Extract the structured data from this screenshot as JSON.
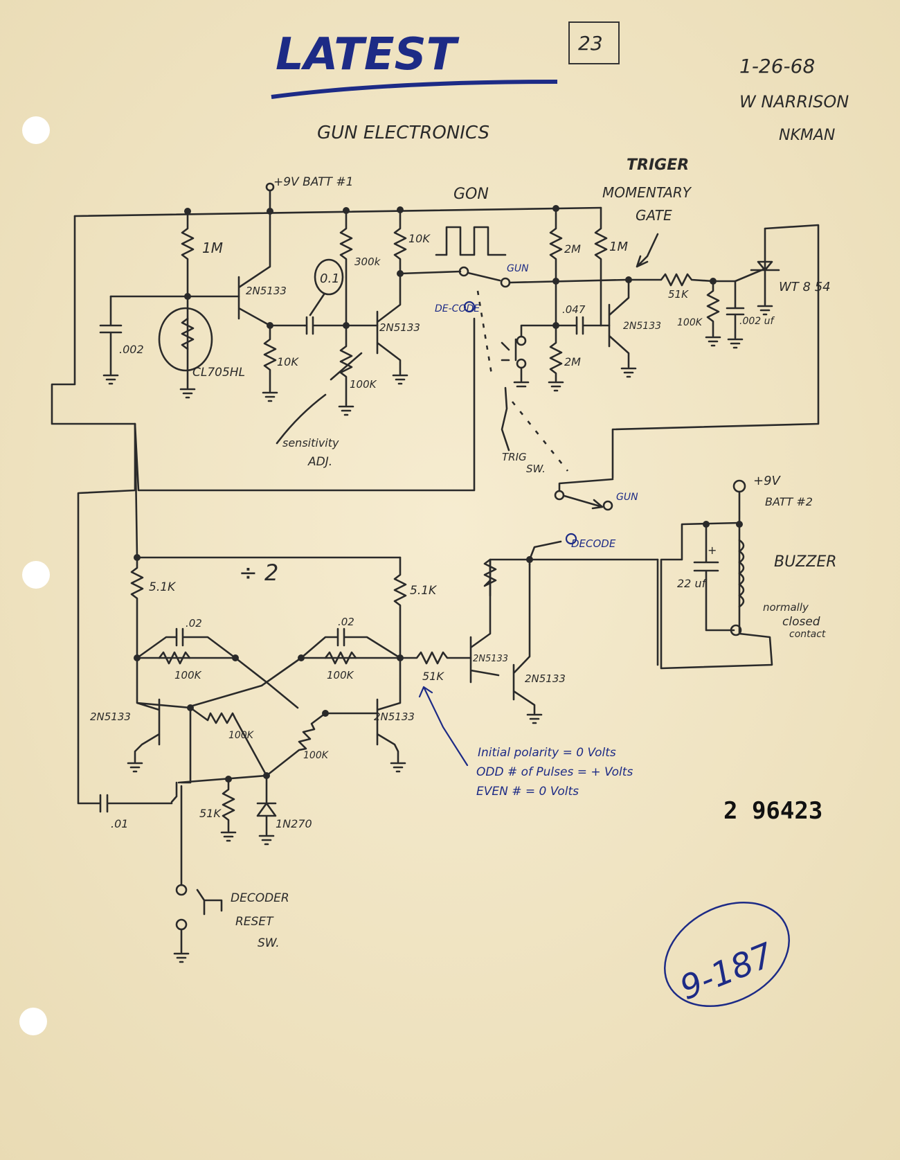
{
  "header": {
    "title": "LATEST",
    "page_box": "23",
    "date": "1-26-68",
    "author": "W NARRISON",
    "initials": "NKMAN",
    "subtitle": "GUN ELECTRONICS"
  },
  "labels": {
    "batt1": "+9V BATT #1",
    "gon": "GON",
    "trigger1": "TRIGER",
    "trigger2": "MOMENTARY",
    "trigger3": "GATE",
    "r1m_a": "1M",
    "t1": "2N5133",
    "cap01": "0.1",
    "r300k": "300k",
    "r10k_a": "10K",
    "t2": "2N5133",
    "gun_switch": "GUN",
    "decode_switch": "DE-CODE",
    "r2m_a": "2M",
    "r1m_b": "1M",
    "c047": ".047",
    "r51k_a": "51K",
    "r100k_a": "100K",
    "c002b": ".002 uf",
    "wt854": "WT 8 54",
    "t3": "2N5133",
    "r2m_b": "2M",
    "c002": ".002",
    "cl705": "CL705HL",
    "r10k_b": "10K",
    "r100k_pot": "100K",
    "sens1": "sensitivity",
    "sens2": "ADJ.",
    "trig1": "TRIG",
    "trig2": "SW.",
    "gun2": "GUN",
    "batt2": "+9V BATT #2",
    "decode2": "DECODE",
    "buzzer": "BUZZER",
    "c22": "22 uf",
    "nc1": "normally",
    "nc2": "closed",
    "nc3": "contact",
    "div2": "÷ 2",
    "r51k_l": "5.1K",
    "r51k_r": "5.1K",
    "c02_l": ".02",
    "c02_r": ".02",
    "r100k_l": "100K",
    "r100k_r": "100K",
    "t_ffl": "2N5133",
    "t_ffr": "2N5133",
    "r51k_mid": "51K",
    "t_dl": "2N5133",
    "t_dr": "2N5133",
    "r100k_d1": "100K",
    "r100k_d2": "100K",
    "c01": ".01",
    "r51k_bot": "51K",
    "diode": "1N270",
    "reset1": "DECODER",
    "reset2": "RESET",
    "reset3": "SW."
  },
  "notes": {
    "line1": "Initial polarity = 0 Volts",
    "line2": "ODD # of Pulses = + Volts",
    "line3": "EVEN # = 0 Volts"
  },
  "stamp": "2 96423",
  "circled_number": "9-187",
  "colors": {
    "paper": "#f3e8c8",
    "pencil": "#2a2a2a",
    "ink_blue": "#1d2b86"
  }
}
